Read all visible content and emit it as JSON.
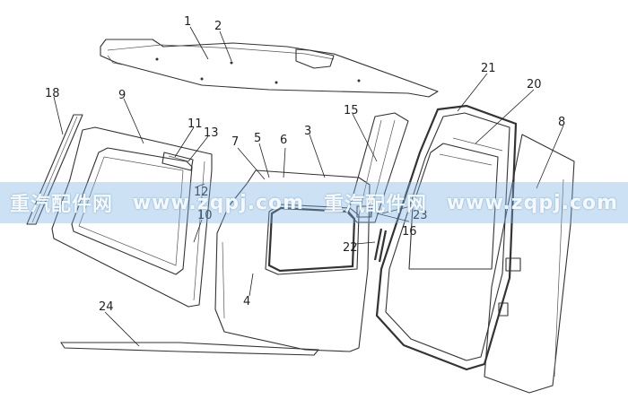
{
  "callouts": {
    "c1": "1",
    "c2": "2",
    "c3": "3",
    "c4": "4",
    "c5": "5",
    "c6": "6",
    "c7": "7",
    "c8": "8",
    "c9": "9",
    "c10": "10",
    "c11": "11",
    "c12": "12",
    "c13": "13",
    "c15": "15",
    "c16": "16",
    "c18": "18",
    "c20": "20",
    "c21": "21",
    "c22": "22",
    "c23": "23",
    "c24": "24"
  },
  "watermark": {
    "items": [
      "重汽配件网",
      "www.zqpj.com",
      "重汽配件网",
      "www.zqpj.com"
    ]
  },
  "colors": {
    "line": "#333333",
    "banner": "#78b4e1",
    "background": "#ffffff"
  }
}
